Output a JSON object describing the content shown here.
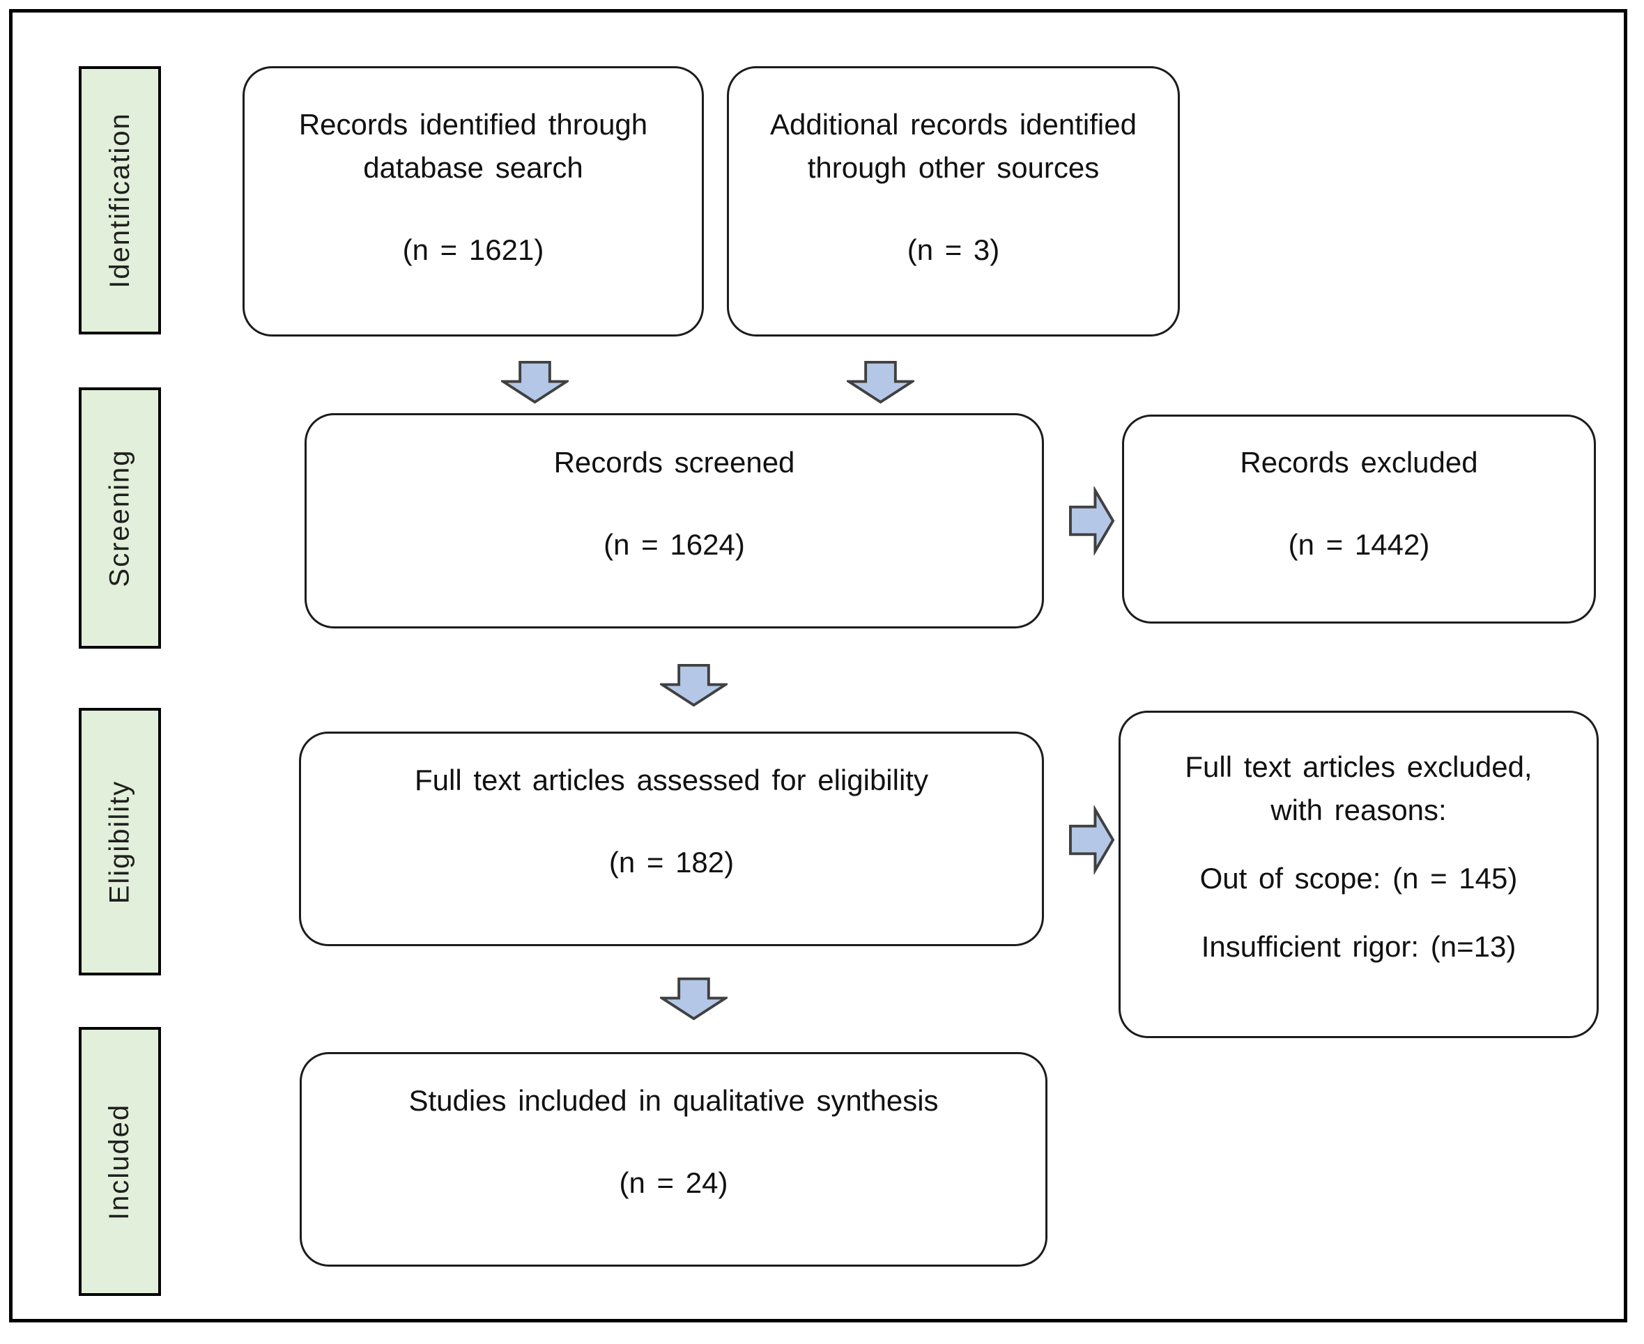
{
  "stages": [
    {
      "label": "Identification"
    },
    {
      "label": "Screening"
    },
    {
      "label": "Eligibility"
    },
    {
      "label": "Included"
    }
  ],
  "nodes": {
    "records_identified": {
      "line1": "Records identified through",
      "line2": "database search",
      "count": "(n = 1621)"
    },
    "additional_records": {
      "line1": "Additional records identified",
      "line2": "through other sources",
      "count": "(n = 3)"
    },
    "records_screened": {
      "title": "Records screened",
      "count": "(n = 1624)"
    },
    "records_excluded": {
      "title": "Records excluded",
      "count": "(n = 1442)"
    },
    "fulltext_assessed": {
      "title": "Full text articles assessed for eligibility",
      "count": "(n = 182)"
    },
    "fulltext_excluded": {
      "line1": "Full text articles excluded,",
      "line2": "with reasons:",
      "reason1": "Out of scope: (n = 145)",
      "reason2": "Insufficient rigor: (n=13)"
    },
    "studies_included": {
      "title": "Studies included in qualitative synthesis",
      "count": "(n = 24)"
    }
  },
  "colors": {
    "stage_fill": "#e2efda",
    "stage_border": "#000000",
    "node_fill": "#ffffff",
    "node_border": "#1c1c1c",
    "arrow_fill": "#b4c7e7",
    "arrow_border": "#404040",
    "frame_border": "#000000"
  }
}
